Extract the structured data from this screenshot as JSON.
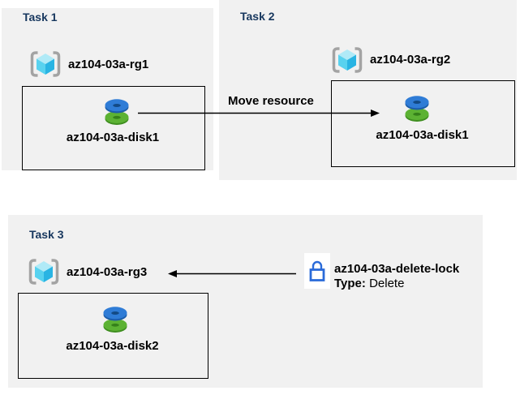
{
  "tasks": [
    {
      "title": "Task 1",
      "resource_group": "az104-03a-rg1",
      "disk": "az104-03a-disk1"
    },
    {
      "title": "Task 2",
      "resource_group": "az104-03a-rg2",
      "disk": "az104-03a-disk1"
    },
    {
      "title": "Task 3",
      "resource_group": "az104-03a-rg3",
      "disk": "az104-03a-disk2"
    }
  ],
  "move_arrow": {
    "label": "Move resource"
  },
  "delete_lock": {
    "name": "az104-03a-delete-lock",
    "type_label": "Type:",
    "type_value": "Delete"
  },
  "icons": {
    "resource_group": "azure-resource-group-icon",
    "disk": "azure-disk-icon",
    "lock": "lock-icon"
  },
  "colors": {
    "panel_bg": "#f1f1f1",
    "task_title": "#17375e",
    "text": "#000000",
    "box_border": "#000000",
    "lock_blue": "#2b6bd9",
    "disk_blue": "#2f7cd6",
    "disk_blue_dark": "#134a85",
    "disk_green": "#5cb233",
    "disk_green_dark": "#35801a",
    "cube_top": "#b0eaf7",
    "cube_left": "#58d2ef",
    "cube_right": "#29b4e3",
    "bracket_gray": "#a3a3a3"
  }
}
